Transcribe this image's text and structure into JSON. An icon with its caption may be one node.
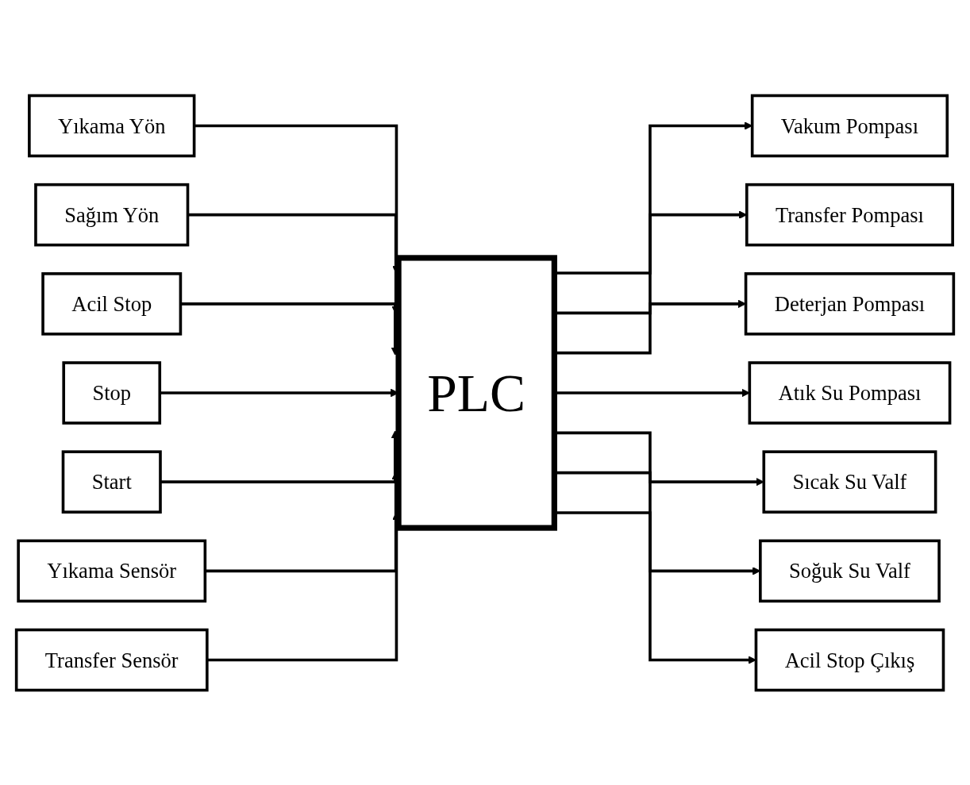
{
  "diagram": {
    "nodes": [
      {
        "text": [
          "Yıkama Yön"
        ]
      },
      {
        "text": [
          "Sağım Yön"
        ]
      },
      {
        "text": [
          "Acil Stop"
        ]
      },
      {
        "text": [
          "Stop"
        ]
      },
      {
        "text": [
          "Start"
        ]
      },
      {
        "text": [
          "Yıkama Sensör"
        ]
      },
      {
        "text": [
          "Transfer Sensör"
        ]
      },
      {
        "text": [
          "PLC"
        ]
      },
      {
        "text": [
          "Vakum Pompası"
        ]
      },
      {
        "text": [
          "Transfer Pompası"
        ]
      },
      {
        "text": [
          "Deterjan Pompası"
        ]
      },
      {
        "text": [
          "Atık Su Pompası"
        ]
      },
      {
        "text": [
          "Sıcak Su Valf"
        ]
      },
      {
        "text": [
          "Soğuk Su Valf"
        ]
      },
      {
        "text": [
          "Acil Stop Çıkış"
        ]
      }
    ],
    "edges": [
      {
        "from": 0,
        "to": 7,
        "arrow": "to"
      },
      {
        "from": 1,
        "to": 7,
        "arrow": "to"
      },
      {
        "from": 2,
        "to": 7,
        "arrow": "to"
      },
      {
        "from": 3,
        "to": 7,
        "arrow": "to"
      },
      {
        "from": 4,
        "to": 7,
        "arrow": "to"
      },
      {
        "from": 5,
        "to": 7,
        "arrow": "to"
      },
      {
        "from": 6,
        "to": 7,
        "arrow": "to"
      },
      {
        "from": 7,
        "to": 8,
        "arrow": "to"
      },
      {
        "from": 7,
        "to": 9,
        "arrow": "to"
      },
      {
        "from": 7,
        "to": 10,
        "arrow": "to"
      },
      {
        "from": 7,
        "to": 11,
        "arrow": "to"
      },
      {
        "from": 7,
        "to": 12,
        "arrow": "to"
      },
      {
        "from": 7,
        "to": 13,
        "arrow": "to"
      },
      {
        "from": 7,
        "to": 14,
        "arrow": "to"
      }
    ]
  }
}
